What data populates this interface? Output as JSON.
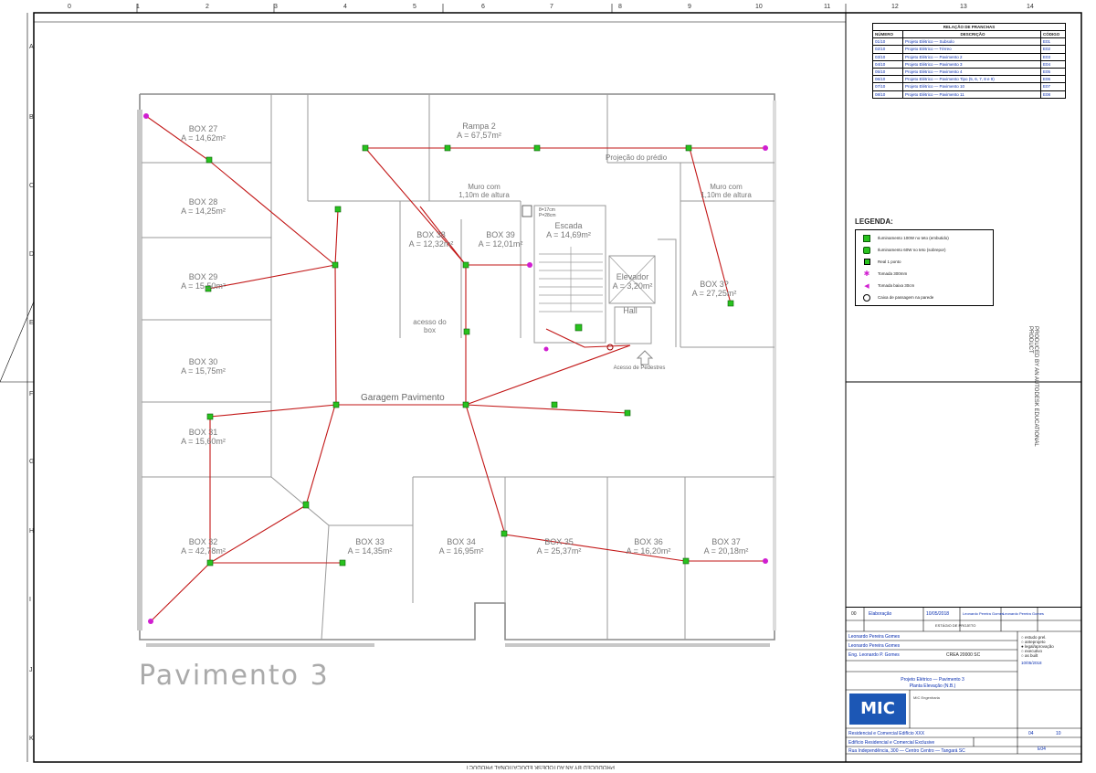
{
  "ruler_top": [
    "0",
    "1",
    "2",
    "3",
    "4",
    "5",
    "6",
    "7",
    "8",
    "9",
    "10",
    "11",
    "12",
    "13",
    "14"
  ],
  "ruler_left": [
    "A",
    "B",
    "C",
    "D",
    "E",
    "F",
    "G",
    "H",
    "I",
    "J",
    "K"
  ],
  "floor_title": "Pavimento 3",
  "rooms": [
    {
      "name": "BOX 27",
      "area": "A = 14,62m²"
    },
    {
      "name": "BOX 28",
      "area": "A = 14,25m²"
    },
    {
      "name": "BOX 29",
      "area": "A = 15,50m²"
    },
    {
      "name": "BOX 30",
      "area": "A = 15,75m²"
    },
    {
      "name": "BOX 31",
      "area": "A = 15,60m²"
    },
    {
      "name": "BOX 32",
      "area": "A = 42,78m²"
    },
    {
      "name": "BOX 33",
      "area": "A = 14,35m²"
    },
    {
      "name": "BOX 34",
      "area": "A = 16,95m²"
    },
    {
      "name": "BOX 35",
      "area": "A = 25,37m²"
    },
    {
      "name": "BOX 36",
      "area": "A = 16,20m²"
    },
    {
      "name": "BOX 37",
      "area": "A = 20,18m²"
    },
    {
      "name": "BOX 38",
      "area": "A = 12,32m²"
    },
    {
      "name": "BOX 39",
      "area": "A = 12,01m²"
    },
    {
      "name": "BOX 3?",
      "area": "A = 27,25m²"
    },
    {
      "name": "Rampa 2",
      "area": "A = 67,57m²"
    },
    {
      "name": "Escada",
      "area": "A = 14,69m²"
    },
    {
      "name": "Elevador",
      "area": "A = 3,20m²"
    },
    {
      "name": "Hall",
      "area": ""
    }
  ],
  "labels": {
    "garage": "Garagem Pavimento",
    "access": "acesso do box",
    "wall_left": "Muro com 1,10m de altura",
    "wall_right": "Muro com 1,10m de altura",
    "projection": "Projeção do prédio",
    "pedestrian": "Acesso de Pedestres",
    "stairs_note1": "8=17cm",
    "stairs_note2": "P=28cm"
  },
  "revisions": {
    "header": "RELAÇÃO DE PRANCHAS",
    "columns": [
      "NÚMERO",
      "DESCRIÇÃO",
      "CÓDIGO"
    ],
    "rows": [
      [
        "01/10",
        "Projeto Elétrico — Subsolo",
        "E01"
      ],
      [
        "02/10",
        "Projeto Elétrico — Térreo",
        "E02"
      ],
      [
        "03/10",
        "Projeto Elétrico — Pavimento 2",
        "E03"
      ],
      [
        "04/10",
        "Projeto Elétrico — Pavimento 3",
        "E04"
      ],
      [
        "05/10",
        "Projeto Elétrico — Pavimento 4",
        "E05"
      ],
      [
        "06/10",
        "Projeto Elétrico — Pavimento Tipo (5, 6, 7, 8 e 9)",
        "E06"
      ],
      [
        "07/10",
        "Projeto Elétrico — Pavimento 10",
        "E07"
      ],
      [
        "08/10",
        "Projeto Elétrico — Pavimento 11",
        "E08"
      ]
    ]
  },
  "legend": {
    "title": "LEGENDA:",
    "items": [
      "Iluminamento 100W no teto (embutido)",
      "Iluminamento 60W no teto (sobrepor)",
      "Real 1 ponto",
      "Tomada 300mm",
      "Tomada baixa 30cm",
      "Caixa de passagem na parede"
    ]
  },
  "title_block": {
    "rev": "00",
    "rev_desc": "Elaboração",
    "date": "10/05/2018",
    "drawn": "Leonardo Pereira Gomes",
    "checked": "Leonardo Pereira Gomes",
    "stage_label": "ESTÁGIO DE PROJETO",
    "project": "Leonardo Pereira Gomes",
    "responsible": "Leonardo Pereira Gomes",
    "eng": "Eng. Leonardo P. Gomes",
    "crea": "CREA 20000 SC",
    "sheet_title": "Projeto Elétrico — Pavimento 3",
    "sheet_sub": "Planta Elevação (N.B.)",
    "options": [
      "estudo prel.",
      "anteprojeto",
      "legal/aprovação",
      "executivo",
      "as built"
    ],
    "ref_date": "10/05/2018",
    "client": "Residencial e Comercial Edifício XXX",
    "building": "Edifício Residencial e Comercial Exclusive",
    "address": "Rua Independência, 300 — Centro Centro — Tangará SC",
    "logo": "MIC",
    "sheet_num": "04",
    "sheet_total": "10",
    "code": "E04",
    "company": "MIC Engenharia"
  },
  "margin_stamp": "PRODUCED BY AN AUTODESK EDUCATIONAL PRODUCT",
  "colors": {
    "circuit": "#c21616",
    "fixture": "#28c21e",
    "outlet": "#d01ed0",
    "wall": "#8a8a8a",
    "blue_text": "#0a2fb0"
  }
}
